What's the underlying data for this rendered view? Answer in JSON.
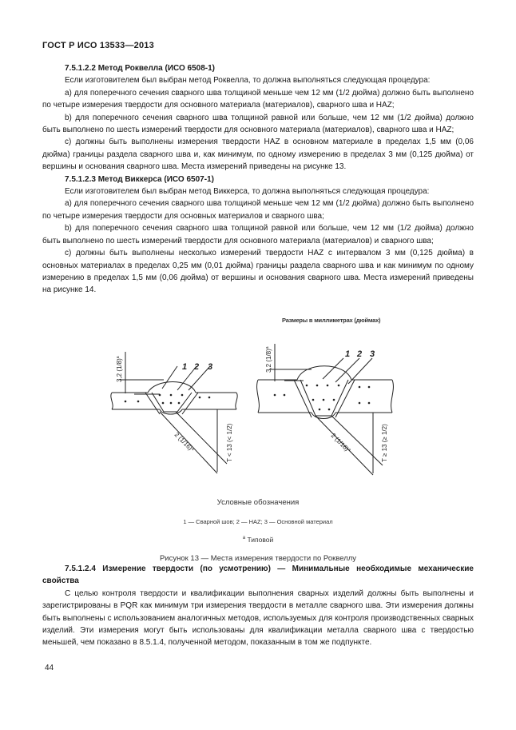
{
  "header": {
    "title": "ГОСТ Р ИСО 13533—2013"
  },
  "section_rockwell": {
    "heading": "7.5.1.2.2 Метод Роквелла (ИСО 6508-1)",
    "intro": "Если изготовителем был выбран метод Роквелла, то должна выполняться следующая процедура:",
    "a": "а) для поперечного сечения сварного шва толщиной меньше чем 12 мм (1/2 дюйма) должно быть выполнено по четыре измерения твердости для основного материала (материалов), сварного шва и HAZ;",
    "b": "b) для поперечного сечения сварного шва толщиной равной или больше, чем 12 мм (1/2 дюйма) должно быть выполнено по шесть измерений твердости для основного материала (материалов), сварного шва и HAZ;",
    "c": "с) должны быть выполнены измерения твердости HAZ в основном материале в пределах 1,5 мм (0,06 дюйма) границы раздела сварного шва и, как минимум, по одному измерению в пределах 3 мм (0,125 дюйма) от вершины и основания сварного шва. Места измерений приведены на рисунке 13."
  },
  "section_vickers": {
    "heading": "7.5.1.2.3 Метод Виккерса (ИСО 6507-1)",
    "intro": "Если изготовителем был выбран метод Виккерса, то должна выполняться следующая процедура:",
    "a": "а) для поперечного сечения сварного шва толщиной меньше чем 12 мм (1/2 дюйма) должно быть выполнено по четыре измерения твердости для основных материалов и сварного шва;",
    "b": "b) для поперечного сечения сварного шва толщиной равной или больше, чем 12 мм (1/2 дюйма) должно быть выполнено по шесть измерений твердости для основного материала (материалов) и сварного шва;",
    "c": "с) должны быть выполнены несколько измерений твердости HAZ с интервалом 3 мм (0,125 дюйма) в основных материалах в пределах 0,25 мм (0,01 дюйма) границы раздела сварного шва и как минимум по одному измерению в пределах 1,5 мм (0,06 дюйма) от вершины и основания сварного шва. Места измерений приведены на рисунке 14."
  },
  "figure": {
    "units_note": "Размеры в миллиметрах (дюймах)",
    "left": {
      "dim_top": "3,2 (1/8)",
      "dim_top_sup": "a",
      "dim_side": "2 (1/16)",
      "dim_side_sup": "a",
      "thickness": "T < 13 (< 1/2)",
      "n1": "1",
      "n2": "2",
      "n3": "3"
    },
    "right": {
      "dim_top": "3,2 (1/8)",
      "dim_top_sup": "a",
      "dim_side": "2 (1/16)",
      "dim_side_sup": "a",
      "thickness": "T ≥ 13 (≥ 1/2)",
      "n1": "1",
      "n2": "2",
      "n3": "3"
    },
    "legend_title": "Условные обозначения",
    "legend_items": "1 — Сварной шов; 2 — HAZ; 3 — Основной материал",
    "note_mark": "a",
    "note_text": "Типовой",
    "caption": "Рисунок 13 — Места измерения твердости по Роквеллу"
  },
  "section_optional": {
    "heading": "7.5.1.2.4 Измерение твердости (по усмотрению) — Минимальные необходимые механические свойства",
    "text": "С целью контроля твердости и квалификации выполнения сварных изделий должны быть выполнены и зарегистрированы в PQR как минимум три измерения твердости в металле сварного шва. Эти измерения должны быть выполнены с использованием аналогичных методов, используемых для контроля производственных сварных изделий. Эти измерения могут быть использованы для квалификации металла сварного шва с твердостью меньшей, чем показано в 8.5.1.4, полученной методом, показанным в том же подпункте."
  },
  "footer": {
    "page_number": "44"
  }
}
